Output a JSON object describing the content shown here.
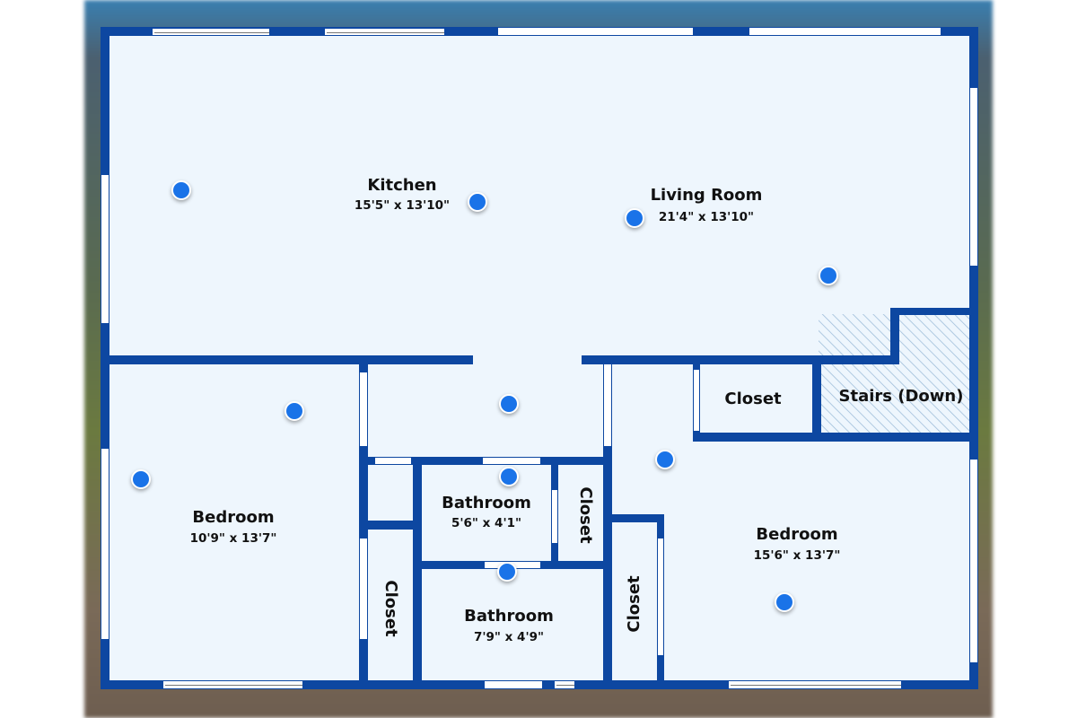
{
  "rooms": [
    {
      "name": "Kitchen",
      "dims": "15'5\" x 13'10\""
    },
    {
      "name": "Living Room",
      "dims": "21'4\" x 13'10\""
    },
    {
      "name": "Bedroom",
      "dims": "10'9\" x 13'7\""
    },
    {
      "name": "Bathroom",
      "dims": "5'6\" x 4'1\""
    },
    {
      "name": "Bathroom",
      "dims": "7'9\" x 4'9\""
    },
    {
      "name": "Bedroom",
      "dims": "15'6\" x 13'7\""
    }
  ],
  "closets": [
    "Closet",
    "Closet",
    "Closet",
    "Closet"
  ],
  "stairs": "Stairs (Down)",
  "colors": {
    "wall": "#0d47a1",
    "floor": "#eef6fd",
    "marker": "#1a73e8"
  }
}
